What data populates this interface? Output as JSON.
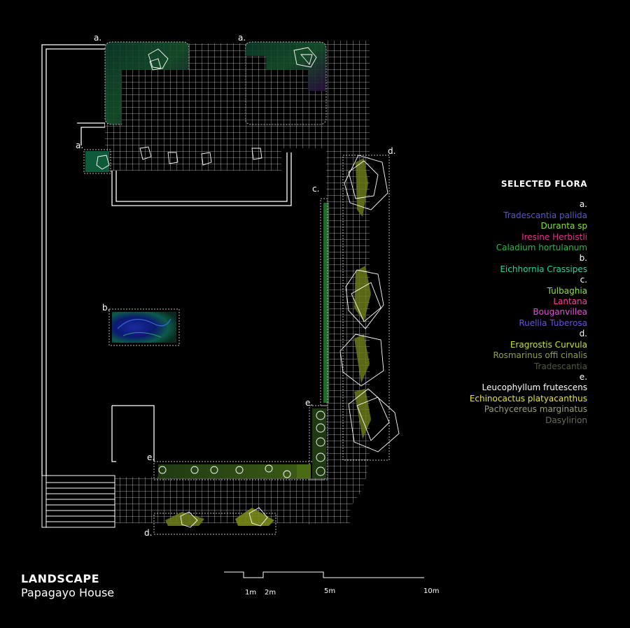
{
  "colors": {
    "background": "#000000",
    "line": "#ffffff",
    "grid": "#d8d8d8"
  },
  "zone_labels": {
    "a": "a.",
    "b": "b.",
    "c": "c.",
    "d": "d.",
    "e": "e."
  },
  "legend": {
    "title": "SELECTED FLORA",
    "groups": [
      {
        "label": "a.",
        "items": [
          {
            "name": "Tradescantia pallida",
            "color": "#5b55c8"
          },
          {
            "name": "Duranta sp",
            "color": "#7de832"
          },
          {
            "name": "Iresine Herbistli",
            "color": "#e8328c"
          },
          {
            "name": "Caladium hortulanum",
            "color": "#2fb84a"
          }
        ]
      },
      {
        "label": "b.",
        "items": [
          {
            "name": "Eichhornia Crassipes",
            "color": "#23d4a0"
          }
        ]
      },
      {
        "label": "c.",
        "items": [
          {
            "name": "Tulbaghia",
            "color": "#8fe23c"
          },
          {
            "name": "Lantana",
            "color": "#f0459a"
          },
          {
            "name": "Bouganvillea",
            "color": "#e84fd8"
          },
          {
            "name": "Ruellia Tuberosa",
            "color": "#6a4fe8"
          }
        ]
      },
      {
        "label": "d.",
        "items": [
          {
            "name": "Eragrostis Curvula",
            "color": "#c7e03a"
          },
          {
            "name": "Rosmarinus offi cinalis",
            "color": "#8ea04a"
          },
          {
            "name": "Tradescantia",
            "color": "#4e5a3c"
          }
        ]
      },
      {
        "label": "e.",
        "items": [
          {
            "name": "Leucophyllum frutescens",
            "color": "#ffffff"
          },
          {
            "name": "Echinocactus platyacanthus",
            "color": "#e8e832"
          },
          {
            "name": "Pachycereus marginatus",
            "color": "#9aa07a"
          },
          {
            "name": "Dasylirion",
            "color": "#6a7060"
          }
        ]
      }
    ]
  },
  "title": {
    "main": "LANDSCAPE",
    "sub": "Papagayo House"
  },
  "scale_bar": {
    "labels": [
      "1m",
      "2m",
      "5m",
      "10m"
    ]
  }
}
